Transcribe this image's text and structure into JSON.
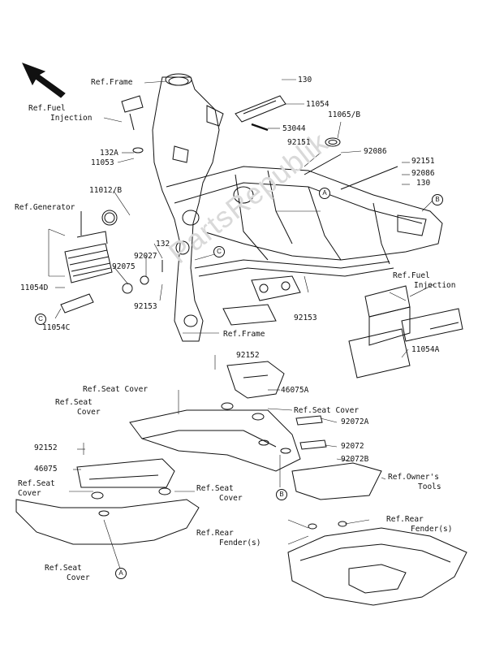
{
  "watermark": "PartsRepublik",
  "labels": {
    "ref_frame_top": "Ref.Frame",
    "ref_fuel_inj_left_1": "Ref.Fuel",
    "ref_fuel_inj_left_2": "Injection",
    "p130_top": "130",
    "p11054": "11054",
    "p53044": "53044",
    "p11065b": "11065/B",
    "p92151_a": "92151",
    "p92086_a": "92086",
    "p92151_b": "92151",
    "p92086_b": "92086",
    "p130_right": "130",
    "p132a": "132A",
    "p11053": "11053",
    "p11012b": "11012/B",
    "ref_generator": "Ref.Generator",
    "p132": "132",
    "p92027": "92027",
    "p92075": "92075",
    "p11054d": "11054D",
    "p11054c": "11054C",
    "p92153_left": "92153",
    "p92153_right": "92153",
    "ref_fuel_inj_right_1": "Ref.Fuel",
    "ref_fuel_inj_right_2": "Injection",
    "ref_frame_mid": "Ref.Frame",
    "p11054a": "11054A",
    "p92152_top": "92152",
    "ref_seat_cover_a": "Ref.Seat Cover",
    "p46075a": "46075A",
    "ref_seat_cover_b": "Ref.Seat Cover",
    "ref_seat_left_1": "Ref.Seat",
    "ref_seat_left_2": "Cover",
    "p92152_left": "92152",
    "p92072a": "92072A",
    "p92072": "92072",
    "p92072b": "92072B",
    "p46075": "46075",
    "ref_seat_cover_l2_1": "Ref.Seat",
    "ref_seat_cover_l2_2": "Cover",
    "ref_seat_cover_m_1": "Ref.Seat",
    "ref_seat_cover_m_2": "Cover",
    "ref_owners_1": "Ref.Owner's",
    "ref_owners_2": "Tools",
    "ref_rear_fender_a": "Ref.Rear",
    "ref_rear_fender_b": "Fender(s)",
    "ref_rear_fender_c": "Ref.Rear",
    "ref_rear_fender_d": "Fender(s)",
    "ref_seat_bottom_1": "Ref.Seat",
    "ref_seat_bottom_2": "Cover"
  },
  "circles": {
    "a": "A",
    "b": "B",
    "c": "C"
  }
}
